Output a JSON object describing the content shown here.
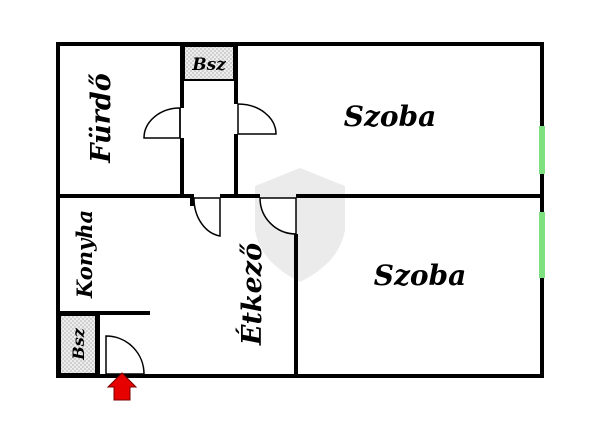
{
  "rooms": {
    "bathroom": "Fürdő",
    "room_top": "Szoba",
    "room_bottom": "Szoba",
    "kitchen": "Konyha",
    "dining": "Étkező",
    "closet_top": "Bsz",
    "closet_bottom": "Bsz"
  },
  "colors": {
    "wall": "#000000",
    "window": "#7fe07f",
    "entrance_arrow": "#e60000",
    "closet_fill": "#e6e6e6"
  },
  "icons": {
    "entrance": "entrance-arrow-icon",
    "watermark": "watermark-logo"
  }
}
